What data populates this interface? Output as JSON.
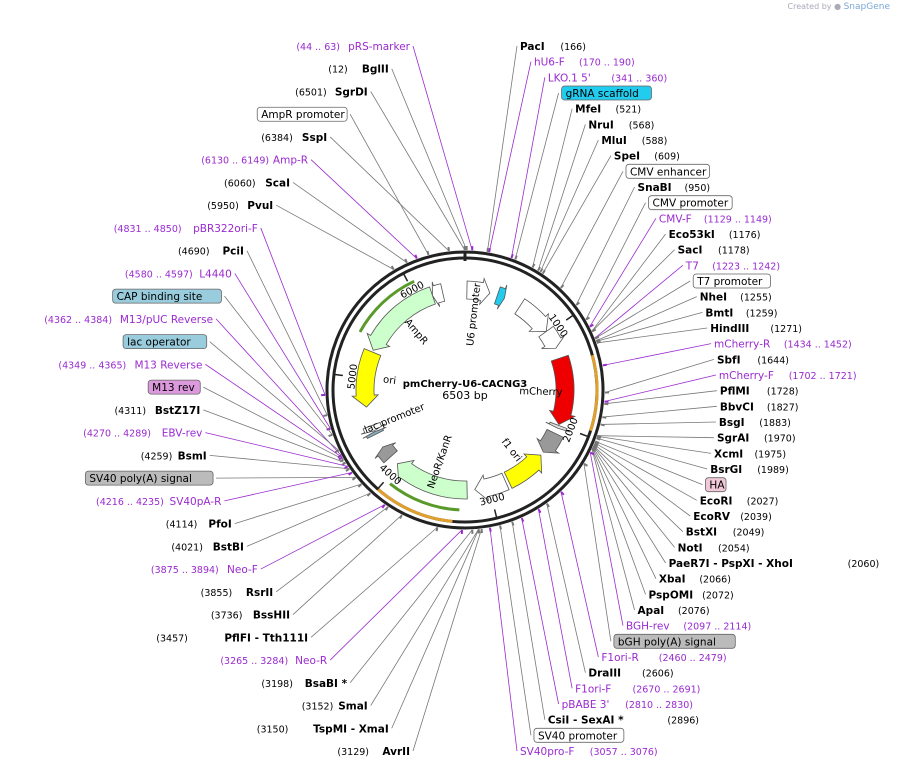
{
  "watermark": {
    "prefix": "Created by",
    "brand": "SnapGene"
  },
  "map": {
    "name": "pmCherry-U6-CACNG3",
    "size_label": "6503 bp",
    "total_bp": 6503,
    "ticks": [
      {
        "bp": 1000,
        "label": "1000"
      },
      {
        "bp": 2000,
        "label": "2000"
      },
      {
        "bp": 3000,
        "label": "3000"
      },
      {
        "bp": 4000,
        "label": "4000"
      },
      {
        "bp": 5000,
        "label": "5000"
      },
      {
        "bp": 6000,
        "label": "6000"
      }
    ],
    "features": [
      {
        "name": "U6 promoter",
        "start": 20,
        "end": 260,
        "fill": "#ffffff",
        "dir": 1
      },
      {
        "name": "gRNA scaffold",
        "start": 341,
        "end": 420,
        "fill": "#22ccee",
        "dir": 1
      },
      {
        "name": "CMV enhancer",
        "start": 600,
        "end": 980,
        "fill": "#ffffff",
        "dir": 1
      },
      {
        "name": "CMV promoter",
        "start": 980,
        "end": 1180,
        "fill": "#ffffff",
        "dir": 1
      },
      {
        "name": "mCherry",
        "start": 1290,
        "end": 1990,
        "fill": "#ee0000",
        "dir": 1
      },
      {
        "name": "HA",
        "start": 2000,
        "end": 2030,
        "fill": "#dddddd",
        "dir": 1
      },
      {
        "name": "bGH poly(A)",
        "start": 2090,
        "end": 2320,
        "fill": "#999999",
        "dir": 1
      },
      {
        "name": "f1 ori",
        "start": 2360,
        "end": 2790,
        "fill": "#ffff00",
        "dir": -1
      },
      {
        "name": "SV40 promoter",
        "start": 2820,
        "end": 3150,
        "fill": "#ffffff",
        "dir": 1
      },
      {
        "name": "NeoR/KanR",
        "start": 3230,
        "end": 4020,
        "fill": "#ccffcc",
        "dir": 1
      },
      {
        "name": "SV40 poly(A)",
        "start": 4120,
        "end": 4250,
        "fill": "#999999",
        "dir": 1
      },
      {
        "name": "lac operator",
        "start": 4400,
        "end": 4430,
        "fill": "#88aabb",
        "dir": 1
      },
      {
        "name": "lac promoter",
        "start": 4440,
        "end": 4500,
        "fill": "#ffffff",
        "dir": -1
      },
      {
        "name": "ori",
        "start": 4700,
        "end": 5280,
        "fill": "#ffff00",
        "dir": -1
      },
      {
        "name": "AmpR",
        "start": 5300,
        "end": 6160,
        "fill": "#ccffcc",
        "dir": -1
      },
      {
        "name": "AmpR promoter",
        "start": 6160,
        "end": 6270,
        "fill": "#ffffff",
        "dir": -1
      }
    ],
    "arc_labels": [
      {
        "text": "U6 promoter",
        "bp": 120
      },
      {
        "text": "AmpR",
        "bp": 5780
      },
      {
        "text": "ori",
        "bp": 5010
      },
      {
        "text": "mCherry",
        "bp": 1650
      },
      {
        "text": "NeoR/KanR",
        "bp": 3600
      },
      {
        "text": "f1 ori",
        "bp": 2570
      },
      {
        "text": "lac promoter",
        "bp": 4480
      }
    ],
    "labels_right": [
      {
        "num": "",
        "name": "PacI",
        "pos": "(166)",
        "kind": "site",
        "bp": 166
      },
      {
        "num": "",
        "name": "hU6-F",
        "pos": "(170 .. 190)",
        "kind": "primer",
        "bp": 180
      },
      {
        "num": "",
        "name": "LKO.1 5'",
        "pos": "(341 .. 360)",
        "kind": "primer",
        "bp": 350
      },
      {
        "num": "",
        "name": "gRNA scaffold",
        "pos": "",
        "kind": "box",
        "box": "#22ccee",
        "bp": 380
      },
      {
        "num": "",
        "name": "MfeI",
        "pos": "(521)",
        "kind": "site",
        "bp": 521
      },
      {
        "num": "",
        "name": "NruI",
        "pos": "(568)",
        "kind": "site",
        "bp": 568
      },
      {
        "num": "",
        "name": "MluI",
        "pos": "(588)",
        "kind": "site",
        "bp": 588
      },
      {
        "num": "",
        "name": "SpeI",
        "pos": "(609)",
        "kind": "site",
        "bp": 609
      },
      {
        "num": "",
        "name": "CMV enhancer",
        "pos": "",
        "kind": "box",
        "box": "#ffffff",
        "bp": 780
      },
      {
        "num": "",
        "name": "SnaBI",
        "pos": "(950)",
        "kind": "site",
        "bp": 950
      },
      {
        "num": "",
        "name": "CMV promoter",
        "pos": "",
        "kind": "box",
        "box": "#ffffff",
        "bp": 1080
      },
      {
        "num": "",
        "name": "CMV-F",
        "pos": "(1129 .. 1149)",
        "kind": "primer",
        "bp": 1139
      },
      {
        "num": "",
        "name": "Eco53kI",
        "pos": "(1176)",
        "kind": "site",
        "bp": 1176
      },
      {
        "num": "",
        "name": "SacI",
        "pos": "(1178)",
        "kind": "site",
        "bp": 1178
      },
      {
        "num": "",
        "name": "T7",
        "pos": "(1223 .. 1242)",
        "kind": "primer",
        "bp": 1232
      },
      {
        "num": "",
        "name": "T7 promoter",
        "pos": "",
        "kind": "box",
        "box": "#ffffff",
        "bp": 1235
      },
      {
        "num": "",
        "name": "NheI",
        "pos": "(1255)",
        "kind": "site",
        "bp": 1255
      },
      {
        "num": "",
        "name": "BmtI",
        "pos": "(1259)",
        "kind": "site",
        "bp": 1259
      },
      {
        "num": "",
        "name": "HindIII",
        "pos": "(1271)",
        "kind": "site",
        "bp": 1271
      },
      {
        "num": "",
        "name": "mCherry-R",
        "pos": "(1434 .. 1452)",
        "kind": "primer",
        "bp": 1443
      },
      {
        "num": "",
        "name": "SbfI",
        "pos": "(1644)",
        "kind": "site",
        "bp": 1644
      },
      {
        "num": "",
        "name": "mCherry-F",
        "pos": "(1702 .. 1721)",
        "kind": "primer",
        "bp": 1711
      },
      {
        "num": "",
        "name": "PflMI",
        "pos": "(1728)",
        "kind": "site",
        "bp": 1728
      },
      {
        "num": "",
        "name": "BbvCI",
        "pos": "(1827)",
        "kind": "site",
        "bp": 1827
      },
      {
        "num": "",
        "name": "BsgI",
        "pos": "(1883)",
        "kind": "site",
        "bp": 1883
      },
      {
        "num": "",
        "name": "SgrAI",
        "pos": "(1970)",
        "kind": "site",
        "bp": 1970
      },
      {
        "num": "",
        "name": "XcmI",
        "pos": "(1975)",
        "kind": "site",
        "bp": 1975
      },
      {
        "num": "",
        "name": "BsrGI",
        "pos": "(1989)",
        "kind": "site",
        "bp": 1989
      },
      {
        "num": "",
        "name": "HA",
        "pos": "",
        "kind": "box",
        "box": "#f0c8d8",
        "bp": 2015
      },
      {
        "num": "",
        "name": "EcoRI",
        "pos": "(2027)",
        "kind": "site",
        "bp": 2027
      },
      {
        "num": "",
        "name": "EcoRV",
        "pos": "(2039)",
        "kind": "site",
        "bp": 2039
      },
      {
        "num": "",
        "name": "BstXI",
        "pos": "(2049)",
        "kind": "site",
        "bp": 2049
      },
      {
        "num": "",
        "name": "NotI",
        "pos": "(2054)",
        "kind": "site",
        "bp": 2054
      },
      {
        "num": "",
        "name": "PaeR7I   - PspXI   - XhoI",
        "pos": "(2060)",
        "kind": "site",
        "bp": 2060
      },
      {
        "num": "",
        "name": "XbaI",
        "pos": "(2066)",
        "kind": "site",
        "bp": 2066
      },
      {
        "num": "",
        "name": "PspOMI",
        "pos": "(2072)",
        "kind": "site",
        "bp": 2072
      },
      {
        "num": "",
        "name": "ApaI",
        "pos": "(2076)",
        "kind": "site",
        "bp": 2076
      },
      {
        "num": "",
        "name": "BGH-rev",
        "pos": "(2097 .. 2114)",
        "kind": "primer",
        "bp": 2105
      },
      {
        "num": "",
        "name": "bGH poly(A) signal",
        "pos": "",
        "kind": "box",
        "box": "#bbbbbb",
        "bp": 2200
      },
      {
        "num": "",
        "name": "F1ori-R",
        "pos": "(2460 .. 2479)",
        "kind": "primer",
        "bp": 2469
      },
      {
        "num": "",
        "name": "DraIII",
        "pos": "(2606)",
        "kind": "site",
        "bp": 2606
      },
      {
        "num": "",
        "name": "F1ori-F",
        "pos": "(2670 .. 2691)",
        "kind": "primer",
        "bp": 2680
      },
      {
        "num": "",
        "name": "pBABE 3'",
        "pos": "(2810 .. 2830)",
        "kind": "primer",
        "bp": 2820
      },
      {
        "num": "",
        "name": "CsiI   - SexAI *",
        "pos": "(2896)",
        "kind": "site",
        "bp": 2896
      },
      {
        "num": "",
        "name": "SV40 promoter",
        "pos": "",
        "kind": "box",
        "box": "#ffffff",
        "bp": 2990
      },
      {
        "num": "",
        "name": "SV40pro-F",
        "pos": "(3057 .. 3076)",
        "kind": "primer",
        "bp": 3066
      }
    ],
    "labels_left": [
      {
        "num": "(44 .. 63)",
        "name": "pRS-marker",
        "pos": "",
        "kind": "primer",
        "bp": 53
      },
      {
        "num": "(12)",
        "name": "BglII",
        "pos": "",
        "kind": "site",
        "bp": 12
      },
      {
        "num": "(6501)",
        "name": "SgrDI",
        "pos": "",
        "kind": "site",
        "bp": 6501
      },
      {
        "num": "",
        "name": "AmpR promoter",
        "pos": "",
        "kind": "box",
        "box": "#ffffff",
        "bp": 6230
      },
      {
        "num": "(6384)",
        "name": "SspI",
        "pos": "",
        "kind": "site",
        "bp": 6384
      },
      {
        "num": "(6130 .. 6149)",
        "name": "Amp-R",
        "pos": "",
        "kind": "primer",
        "bp": 6139
      },
      {
        "num": "(6060)",
        "name": "ScaI",
        "pos": "",
        "kind": "site",
        "bp": 6060
      },
      {
        "num": "(5950)",
        "name": "PvuI",
        "pos": "",
        "kind": "site",
        "bp": 5950
      },
      {
        "num": "(4831 .. 4850)",
        "name": "pBR322ori-F",
        "pos": "",
        "kind": "primer",
        "bp": 4840
      },
      {
        "num": "(4690)",
        "name": "PciI",
        "pos": "",
        "kind": "site",
        "bp": 4690
      },
      {
        "num": "(4580 .. 4597)",
        "name": "L4440",
        "pos": "",
        "kind": "primer",
        "bp": 4588
      },
      {
        "num": "",
        "name": "CAP binding site",
        "pos": "",
        "kind": "box",
        "box": "#99ccdd",
        "bp": 4540
      },
      {
        "num": "(4362 .. 4384)",
        "name": "M13/pUC Reverse",
        "pos": "",
        "kind": "primer",
        "bp": 4373
      },
      {
        "num": "",
        "name": "lac operator",
        "pos": "",
        "kind": "box",
        "box": "#99ccdd",
        "bp": 4415
      },
      {
        "num": "(4349 .. 4365)",
        "name": "M13 Reverse",
        "pos": "",
        "kind": "primer",
        "bp": 4357
      },
      {
        "num": "",
        "name": "M13 rev",
        "pos": "",
        "kind": "box",
        "box": "#dd99dd",
        "bp": 4340
      },
      {
        "num": "(4311)",
        "name": "BstZ17I",
        "pos": "",
        "kind": "site",
        "bp": 4311
      },
      {
        "num": "(4270 .. 4289)",
        "name": "EBV-rev",
        "pos": "",
        "kind": "primer",
        "bp": 4280
      },
      {
        "num": "(4259)",
        "name": "BsmI",
        "pos": "",
        "kind": "site",
        "bp": 4259
      },
      {
        "num": "",
        "name": "SV40 poly(A) signal",
        "pos": "",
        "kind": "box",
        "box": "#bbbbbb",
        "bp": 4180
      },
      {
        "num": "(4216 .. 4235)",
        "name": "SV40pA-R",
        "pos": "",
        "kind": "primer",
        "bp": 4225
      },
      {
        "num": "(4114)",
        "name": "PfoI",
        "pos": "",
        "kind": "site",
        "bp": 4114
      },
      {
        "num": "(4021)",
        "name": "BstBI",
        "pos": "",
        "kind": "site",
        "bp": 4021
      },
      {
        "num": "(3875 .. 3894)",
        "name": "Neo-F",
        "pos": "",
        "kind": "primer",
        "bp": 3884
      },
      {
        "num": "(3855)",
        "name": "RsrII",
        "pos": "",
        "kind": "site",
        "bp": 3855
      },
      {
        "num": "(3736)",
        "name": "BssHII",
        "pos": "",
        "kind": "site",
        "bp": 3736
      },
      {
        "num": "(3457)",
        "name": "PflFI   - Tth111I",
        "pos": "",
        "kind": "site",
        "bp": 3457
      },
      {
        "num": "(3265 .. 3284)",
        "name": "Neo-R",
        "pos": "",
        "kind": "primer",
        "bp": 3274
      },
      {
        "num": "(3198)",
        "name": "BsaBI *",
        "pos": "",
        "kind": "site",
        "bp": 3198
      },
      {
        "num": "(3152)",
        "name": "SmaI",
        "pos": "",
        "kind": "site",
        "bp": 3152
      },
      {
        "num": "(3150)",
        "name": "TspMI   - XmaI",
        "pos": "",
        "kind": "site",
        "bp": 3150
      },
      {
        "num": "(3129)",
        "name": "AvrII",
        "pos": "",
        "kind": "site",
        "bp": 3129
      }
    ]
  }
}
